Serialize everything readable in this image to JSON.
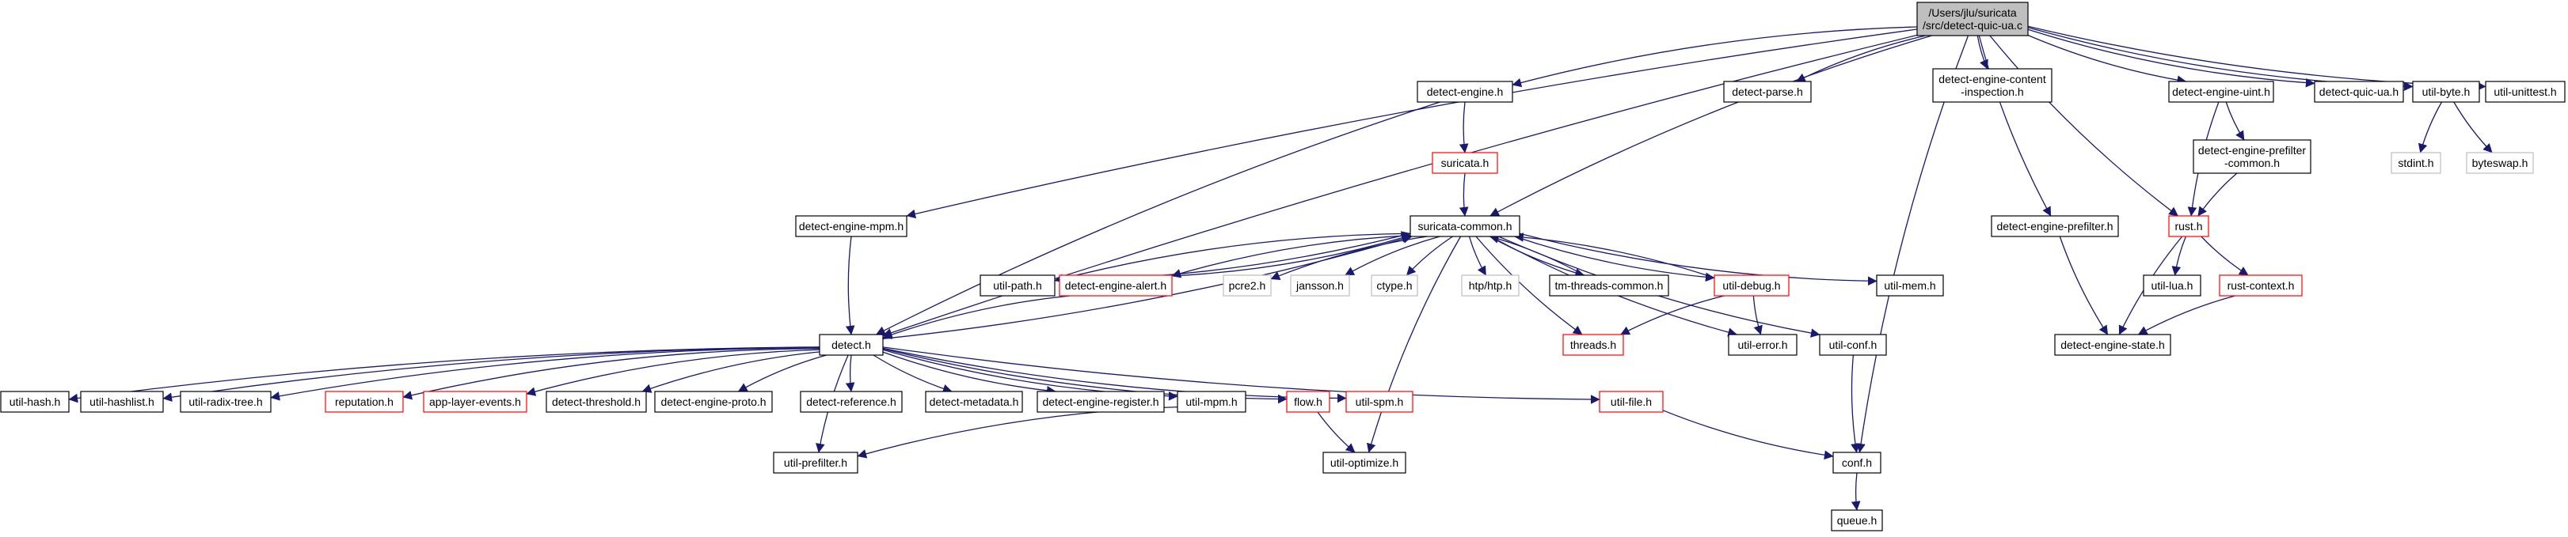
{
  "graph": {
    "colors": {
      "edge": "#191970",
      "root_fill": "#bfbfbf",
      "normal_border": "#000000",
      "truncated_border": "#ff0000",
      "unlinked_border": "#bfbfbf",
      "node_fill": "#ffffff",
      "text": "#000000"
    },
    "nodes": [
      {
        "id": "root",
        "lines": [
          "/Users/jlu/suricata",
          "/src/detect-quic-ua.c"
        ],
        "style": "root"
      },
      {
        "id": "detect-engine-h",
        "lines": [
          "detect-engine.h"
        ],
        "style": "normal"
      },
      {
        "id": "detect-parse-h",
        "lines": [
          "detect-parse.h"
        ],
        "style": "normal"
      },
      {
        "id": "detect-engine-content-inspection-h",
        "lines": [
          "detect-engine-content",
          "-inspection.h"
        ],
        "style": "normal"
      },
      {
        "id": "detect-engine-uint-h",
        "lines": [
          "detect-engine-uint.h"
        ],
        "style": "normal"
      },
      {
        "id": "detect-quic-ua-h",
        "lines": [
          "detect-quic-ua.h"
        ],
        "style": "normal"
      },
      {
        "id": "util-byte-h",
        "lines": [
          "util-byte.h"
        ],
        "style": "normal"
      },
      {
        "id": "util-unittest-h",
        "lines": [
          "util-unittest.h"
        ],
        "style": "normal"
      },
      {
        "id": "suricata-h",
        "lines": [
          "suricata.h"
        ],
        "style": "truncated"
      },
      {
        "id": "detect-engine-prefilter-common-h",
        "lines": [
          "detect-engine-prefilter",
          "-common.h"
        ],
        "style": "normal"
      },
      {
        "id": "stdint-h",
        "lines": [
          "stdint.h"
        ],
        "style": "unlinked"
      },
      {
        "id": "byteswap-h",
        "lines": [
          "byteswap.h"
        ],
        "style": "unlinked"
      },
      {
        "id": "detect-engine-mpm-h",
        "lines": [
          "detect-engine-mpm.h"
        ],
        "style": "normal"
      },
      {
        "id": "suricata-common-h",
        "lines": [
          "suricata-common.h"
        ],
        "style": "normal"
      },
      {
        "id": "detect-engine-prefilter-h",
        "lines": [
          "detect-engine-prefilter.h"
        ],
        "style": "normal"
      },
      {
        "id": "rust-h",
        "lines": [
          "rust.h"
        ],
        "style": "truncated"
      },
      {
        "id": "util-path-h",
        "lines": [
          "util-path.h"
        ],
        "style": "normal"
      },
      {
        "id": "detect-engine-alert-h",
        "lines": [
          "detect-engine-alert.h"
        ],
        "style": "truncated"
      },
      {
        "id": "pcre2-h",
        "lines": [
          "pcre2.h"
        ],
        "style": "unlinked"
      },
      {
        "id": "jansson-h",
        "lines": [
          "jansson.h"
        ],
        "style": "unlinked"
      },
      {
        "id": "ctype-h",
        "lines": [
          "ctype.h"
        ],
        "style": "unlinked"
      },
      {
        "id": "htp-htp-h",
        "lines": [
          "htp/htp.h"
        ],
        "style": "unlinked"
      },
      {
        "id": "tm-threads-common-h",
        "lines": [
          "tm-threads-common.h"
        ],
        "style": "normal"
      },
      {
        "id": "util-debug-h",
        "lines": [
          "util-debug.h"
        ],
        "style": "truncated"
      },
      {
        "id": "util-mem-h",
        "lines": [
          "util-mem.h"
        ],
        "style": "normal"
      },
      {
        "id": "util-lua-h",
        "lines": [
          "util-lua.h"
        ],
        "style": "normal"
      },
      {
        "id": "rust-context-h",
        "lines": [
          "rust-context.h"
        ],
        "style": "truncated"
      },
      {
        "id": "detect-h",
        "lines": [
          "detect.h"
        ],
        "style": "normal"
      },
      {
        "id": "threads-h",
        "lines": [
          "threads.h"
        ],
        "style": "truncated"
      },
      {
        "id": "util-error-h",
        "lines": [
          "util-error.h"
        ],
        "style": "normal"
      },
      {
        "id": "util-conf-h",
        "lines": [
          "util-conf.h"
        ],
        "style": "normal"
      },
      {
        "id": "detect-engine-state-h",
        "lines": [
          "detect-engine-state.h"
        ],
        "style": "normal"
      },
      {
        "id": "util-hash-h",
        "lines": [
          "util-hash.h"
        ],
        "style": "normal"
      },
      {
        "id": "util-hashlist-h",
        "lines": [
          "util-hashlist.h"
        ],
        "style": "normal"
      },
      {
        "id": "util-radix-tree-h",
        "lines": [
          "util-radix-tree.h"
        ],
        "style": "normal"
      },
      {
        "id": "reputation-h",
        "lines": [
          "reputation.h"
        ],
        "style": "truncated"
      },
      {
        "id": "app-layer-events-h",
        "lines": [
          "app-layer-events.h"
        ],
        "style": "truncated"
      },
      {
        "id": "detect-threshold-h",
        "lines": [
          "detect-threshold.h"
        ],
        "style": "normal"
      },
      {
        "id": "detect-engine-proto-h",
        "lines": [
          "detect-engine-proto.h"
        ],
        "style": "normal"
      },
      {
        "id": "detect-reference-h",
        "lines": [
          "detect-reference.h"
        ],
        "style": "normal"
      },
      {
        "id": "detect-metadata-h",
        "lines": [
          "detect-metadata.h"
        ],
        "style": "normal"
      },
      {
        "id": "detect-engine-register-h",
        "lines": [
          "detect-engine-register.h"
        ],
        "style": "normal"
      },
      {
        "id": "util-mpm-h",
        "lines": [
          "util-mpm.h"
        ],
        "style": "normal"
      },
      {
        "id": "flow-h",
        "lines": [
          "flow.h"
        ],
        "style": "truncated"
      },
      {
        "id": "util-spm-h",
        "lines": [
          "util-spm.h"
        ],
        "style": "truncated"
      },
      {
        "id": "util-file-h",
        "lines": [
          "util-file.h"
        ],
        "style": "truncated"
      },
      {
        "id": "util-prefilter-h",
        "lines": [
          "util-prefilter.h"
        ],
        "style": "normal"
      },
      {
        "id": "util-optimize-h",
        "lines": [
          "util-optimize.h"
        ],
        "style": "normal"
      },
      {
        "id": "conf-h",
        "lines": [
          "conf.h"
        ],
        "style": "normal"
      },
      {
        "id": "queue-h",
        "lines": [
          "queue.h"
        ],
        "style": "normal"
      }
    ],
    "edges": [
      [
        "root",
        "detect-engine-h"
      ],
      [
        "root",
        "detect-parse-h"
      ],
      [
        "root",
        "detect-engine-content-inspection-h"
      ],
      [
        "root",
        "detect-engine-uint-h"
      ],
      [
        "root",
        "detect-quic-ua-h"
      ],
      [
        "root",
        "util-byte-h"
      ],
      [
        "root",
        "util-unittest-h"
      ],
      [
        "root",
        "detect-engine-mpm-h"
      ],
      [
        "root",
        "suricata-common-h"
      ],
      [
        "root",
        "detect-engine-prefilter-h"
      ],
      [
        "root",
        "rust-h"
      ],
      [
        "root",
        "detect-h"
      ],
      [
        "root",
        "conf-h"
      ],
      [
        "detect-engine-h",
        "suricata-h"
      ],
      [
        "detect-engine-h",
        "detect-h"
      ],
      [
        "suricata-h",
        "suricata-common-h"
      ],
      [
        "detect-engine-uint-h",
        "detect-engine-prefilter-common-h"
      ],
      [
        "detect-engine-uint-h",
        "rust-h"
      ],
      [
        "detect-engine-prefilter-common-h",
        "rust-h"
      ],
      [
        "util-byte-h",
        "stdint-h"
      ],
      [
        "util-byte-h",
        "byteswap-h"
      ],
      [
        "detect-engine-mpm-h",
        "detect-h"
      ],
      [
        "suricata-common-h",
        "util-path-h"
      ],
      [
        "suricata-common-h",
        "detect-engine-alert-h"
      ],
      [
        "suricata-common-h",
        "pcre2-h"
      ],
      [
        "suricata-common-h",
        "jansson-h"
      ],
      [
        "suricata-common-h",
        "ctype-h"
      ],
      [
        "suricata-common-h",
        "htp-htp-h"
      ],
      [
        "suricata-common-h",
        "tm-threads-common-h"
      ],
      [
        "suricata-common-h",
        "util-debug-h"
      ],
      [
        "suricata-common-h",
        "util-mem-h"
      ],
      [
        "suricata-common-h",
        "threads-h"
      ],
      [
        "suricata-common-h",
        "util-error-h"
      ],
      [
        "suricata-common-h",
        "util-conf-h"
      ],
      [
        "suricata-common-h",
        "util-optimize-h"
      ],
      [
        "util-path-h",
        "suricata-common-h"
      ],
      [
        "detect-engine-alert-h",
        "suricata-common-h"
      ],
      [
        "tm-threads-common-h",
        "suricata-common-h"
      ],
      [
        "util-debug-h",
        "suricata-common-h"
      ],
      [
        "detect-h",
        "suricata-common-h"
      ],
      [
        "detect-engine-alert-h",
        "detect-h"
      ],
      [
        "util-debug-h",
        "threads-h"
      ],
      [
        "util-debug-h",
        "util-error-h"
      ],
      [
        "util-conf-h",
        "conf-h"
      ],
      [
        "detect-engine-prefilter-h",
        "detect-engine-state-h"
      ],
      [
        "rust-h",
        "util-lua-h"
      ],
      [
        "rust-h",
        "rust-context-h"
      ],
      [
        "rust-h",
        "detect-engine-state-h"
      ],
      [
        "rust-context-h",
        "detect-engine-state-h"
      ],
      [
        "detect-h",
        "util-hash-h"
      ],
      [
        "detect-h",
        "util-hashlist-h"
      ],
      [
        "detect-h",
        "util-radix-tree-h"
      ],
      [
        "detect-h",
        "reputation-h"
      ],
      [
        "detect-h",
        "app-layer-events-h"
      ],
      [
        "detect-h",
        "detect-threshold-h"
      ],
      [
        "detect-h",
        "detect-engine-proto-h"
      ],
      [
        "detect-h",
        "detect-reference-h"
      ],
      [
        "detect-h",
        "detect-metadata-h"
      ],
      [
        "detect-h",
        "detect-engine-register-h"
      ],
      [
        "detect-h",
        "util-mpm-h"
      ],
      [
        "detect-h",
        "flow-h"
      ],
      [
        "detect-h",
        "util-spm-h"
      ],
      [
        "detect-h",
        "util-file-h"
      ],
      [
        "detect-h",
        "util-prefilter-h"
      ],
      [
        "util-mpm-h",
        "util-prefilter-h"
      ],
      [
        "flow-h",
        "util-optimize-h"
      ],
      [
        "util-file-h",
        "conf-h"
      ],
      [
        "conf-h",
        "queue-h"
      ]
    ]
  }
}
